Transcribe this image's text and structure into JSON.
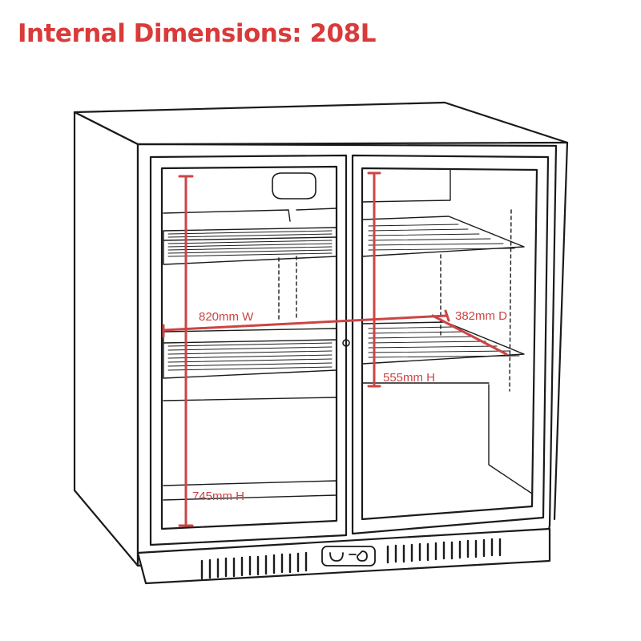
{
  "title": "Internal Dimensions: 208L",
  "colors": {
    "accent": "#d93a3a",
    "dimension": "#cc4444",
    "outline": "#1a1a1a"
  },
  "dimensions": {
    "width": "820mm W",
    "depth": "382mm D",
    "right_height": "555mm H",
    "left_height": "745mm H"
  },
  "icons": {
    "control_panel": "thermostat-controls-icon"
  }
}
